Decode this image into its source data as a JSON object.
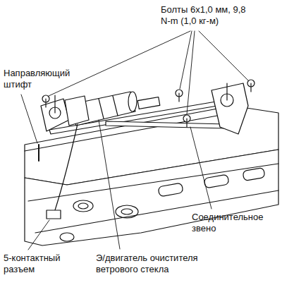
{
  "diagram": {
    "labels": [
      "Болты 6x1,0 мм, 9,8 N-m (1,0 кг-м)",
      "Направляющий штифт",
      "Соединительное звено",
      "5-контактный разъем",
      "Э/двигатель очистителя ветрового стекла"
    ]
  }
}
